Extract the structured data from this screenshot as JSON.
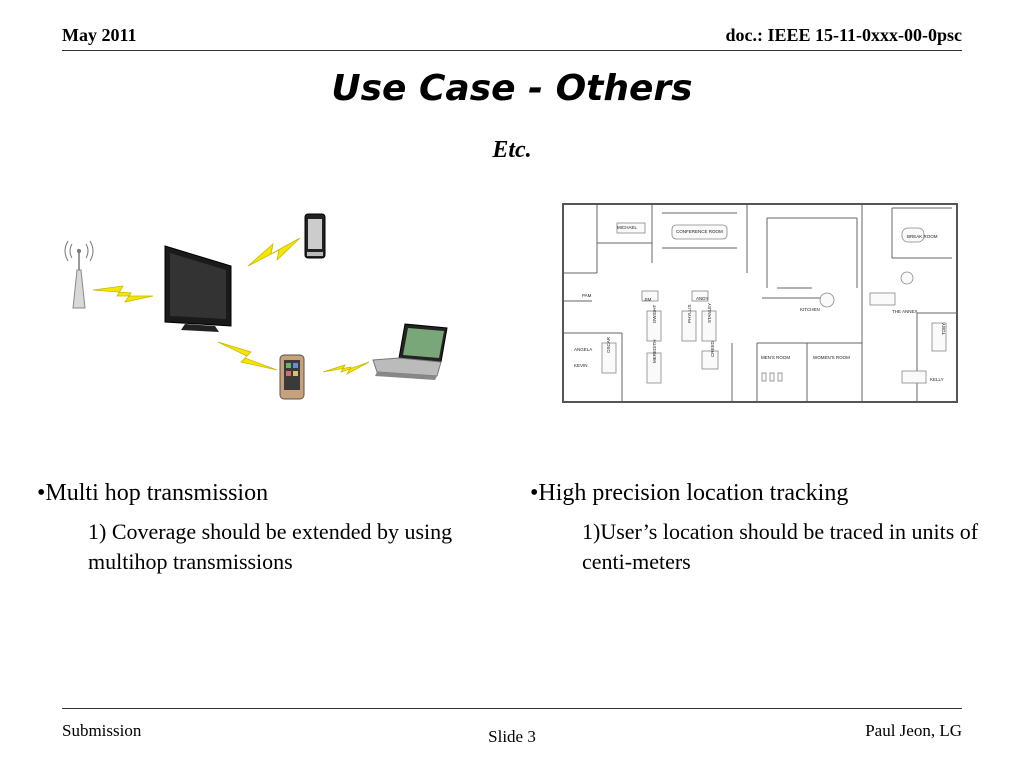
{
  "header": {
    "date": "May 2011",
    "doc": "doc.: IEEE 15-11-0xxx-00-0psc"
  },
  "title": "Use Case - Others",
  "subtitle": "Etc.",
  "left": {
    "heading": "•Multi hop transmission",
    "detail": "1) Coverage should be extended by using multihop transmissions"
  },
  "right": {
    "heading": "•High precision location tracking",
    "detail": "1)User’s location should be traced in units of centi-meters"
  },
  "floorplan_labels": {
    "michael": "MICHAEL",
    "conference": "CONFERENCE ROOM",
    "break": "BREAK ROOM",
    "pam": "PAM",
    "jim": "JIM",
    "andy": "ANDY",
    "dwight": "DWIGHT",
    "phyllis": "PHYLLIS",
    "stanley": "STANLEY",
    "kitchen": "KITCHEN",
    "annex": "THE ANNEX",
    "toby": "TOBY",
    "angela": "ANGELA",
    "oscar": "OSCAR",
    "kevin": "KEVIN",
    "meredith": "MEREDITH",
    "creed": "CREED",
    "mens": "MEN'S ROOM",
    "womens": "WOMEN'S ROOM",
    "kelly": "KELLY"
  },
  "footer": {
    "left": "Submission",
    "center": "Slide 3",
    "right": "Paul Jeon, LG"
  }
}
